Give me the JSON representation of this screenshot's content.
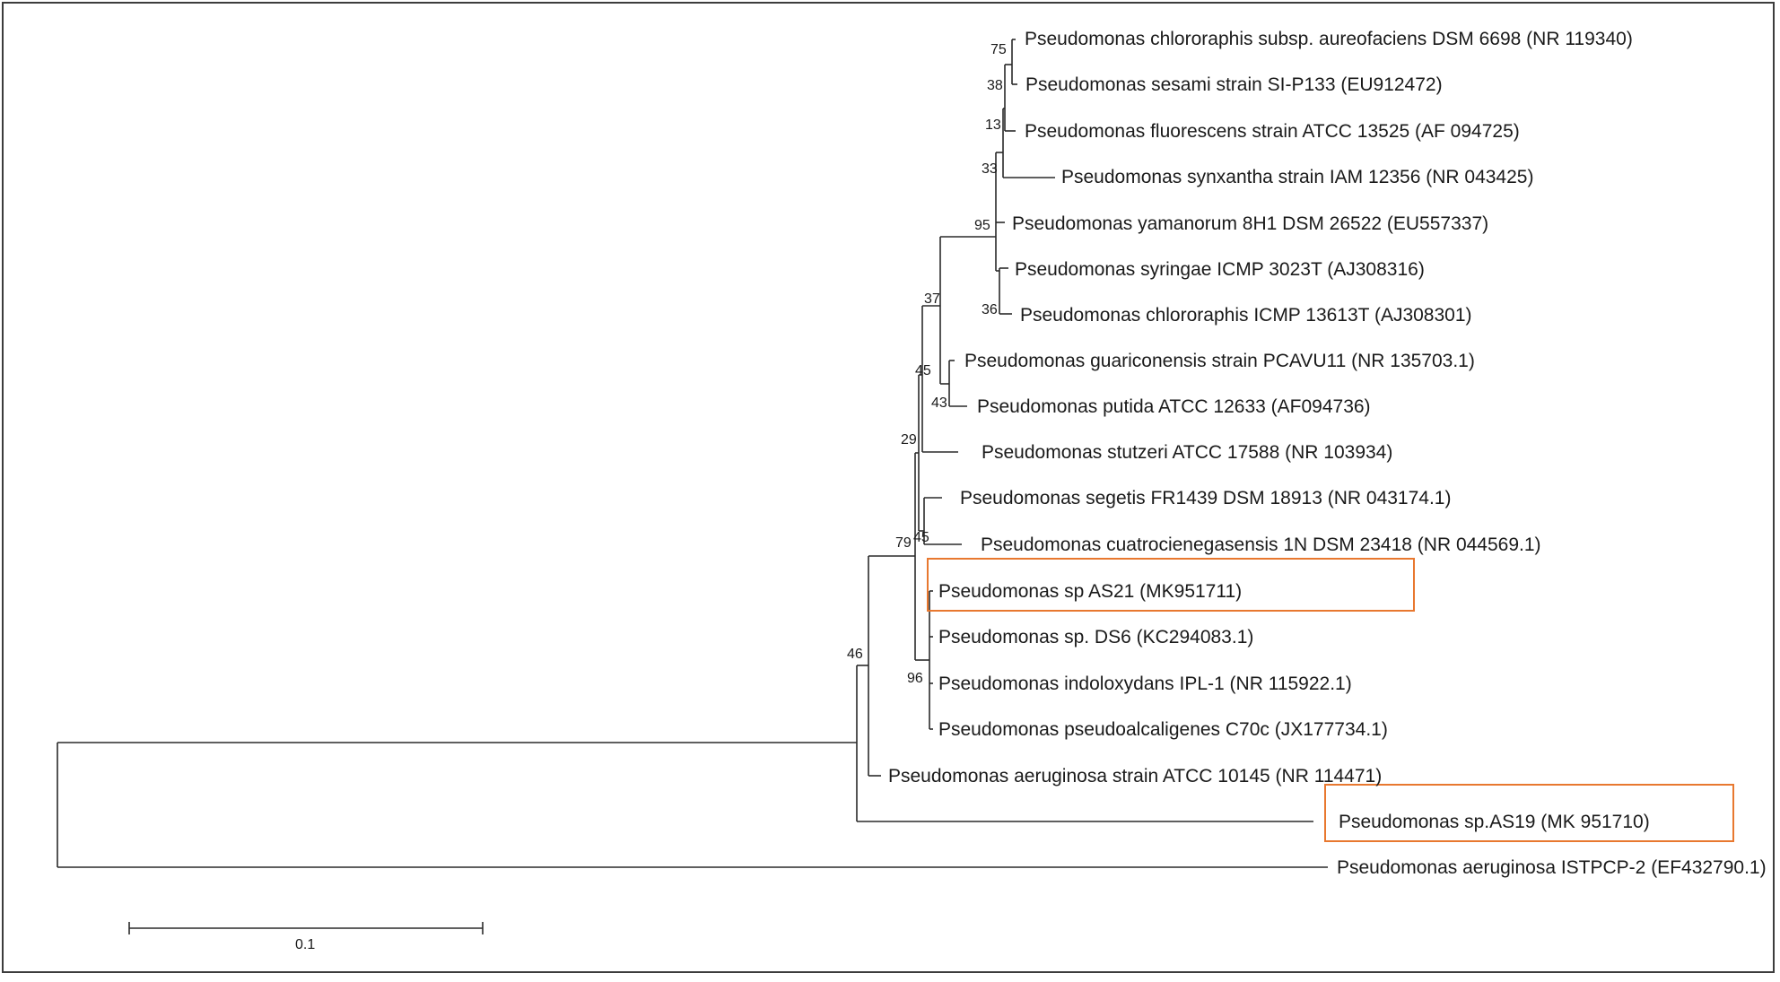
{
  "taxa": [
    "Pseudomonas chlororaphis subsp. aureofaciens DSM 6698 (NR 119340)",
    "Pseudomonas sesami strain SI-P133 (EU912472)",
    "Pseudomonas fluorescens strain ATCC 13525 (AF 094725)",
    "Pseudomonas synxantha strain IAM 12356 (NR 043425)",
    "Pseudomonas yamanorum 8H1 DSM 26522 (EU557337)",
    "Pseudomonas syringae ICMP 3023T (AJ308316)",
    "Pseudomonas chlororaphis ICMP 13613T (AJ308301)",
    "Pseudomonas guariconensis strain PCAVU11 (NR 135703.1)",
    "Pseudomonas putida ATCC 12633 (AF094736)",
    "Pseudomonas stutzeri ATCC 17588 (NR 103934)",
    "Pseudomonas segetis FR1439 DSM 18913 (NR 043174.1)",
    "Pseudomonas cuatrocienegasensis 1N DSM 23418 (NR 044569.1)",
    "Pseudomonas sp AS21 (MK951711)",
    "Pseudomonas sp. DS6 (KC294083.1)",
    "Pseudomonas indoloxydans IPL-1 (NR 115922.1)",
    "Pseudomonas pseudoalcaligenes C70c (JX177734.1)",
    "Pseudomonas aeruginosa strain ATCC 10145 (NR 114471)",
    "Pseudomonas sp.AS19 (MK 951710)",
    "Pseudomonas aeruginosa ISTPCP-2 (EF432790.1)"
  ],
  "bootstrap": [
    "75",
    "38",
    "13",
    "33",
    "95",
    "36",
    "37",
    "45",
    "43",
    "29",
    "79",
    "45",
    "96",
    "46"
  ],
  "scale_bar": {
    "label": "0.1"
  },
  "highlighted_taxa": [
    "Pseudomonas sp AS21 (MK951711)",
    "Pseudomonas sp.AS19 (MK 951710)"
  ],
  "highlight_color": "#e8782f"
}
